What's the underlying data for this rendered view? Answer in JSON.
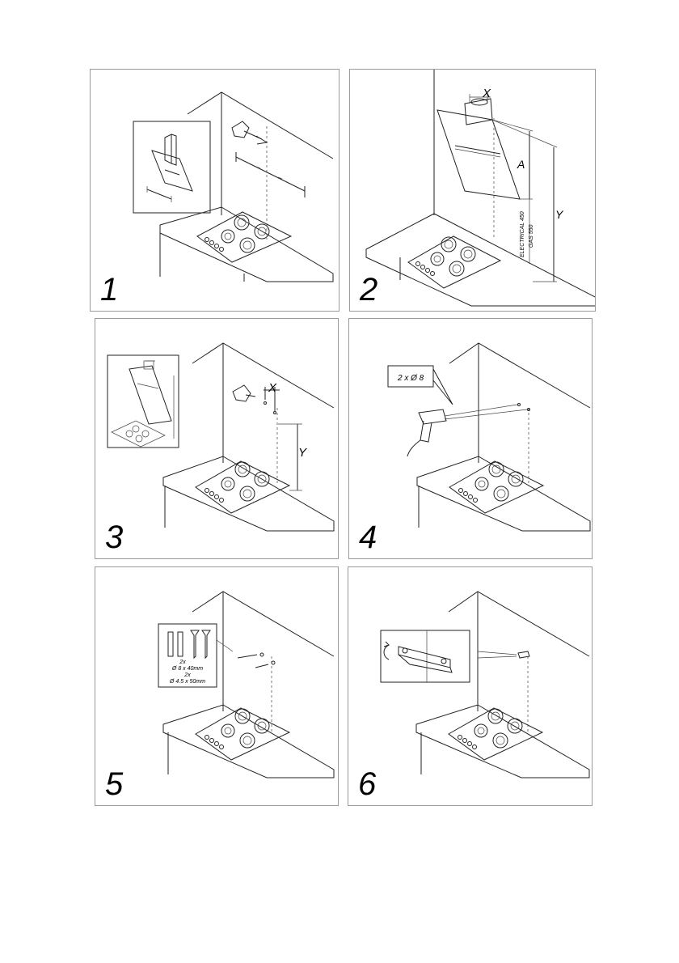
{
  "steps": [
    {
      "number": "1"
    },
    {
      "number": "2",
      "labels": {
        "x": "X",
        "a": "A",
        "y": "Y",
        "electrical": "ELECTRICAL 450",
        "gas": "GAS 550"
      }
    },
    {
      "number": "3",
      "labels": {
        "x": "X",
        "y": "Y"
      }
    },
    {
      "number": "4",
      "labels": {
        "drill": "2 x Ø 8"
      }
    },
    {
      "number": "5",
      "labels": {
        "qty1": "2x",
        "size1": "Ø 8 x 40mm",
        "qty2": "2x",
        "size2": "Ø 4.5 x 50mm"
      }
    },
    {
      "number": "6"
    }
  ]
}
